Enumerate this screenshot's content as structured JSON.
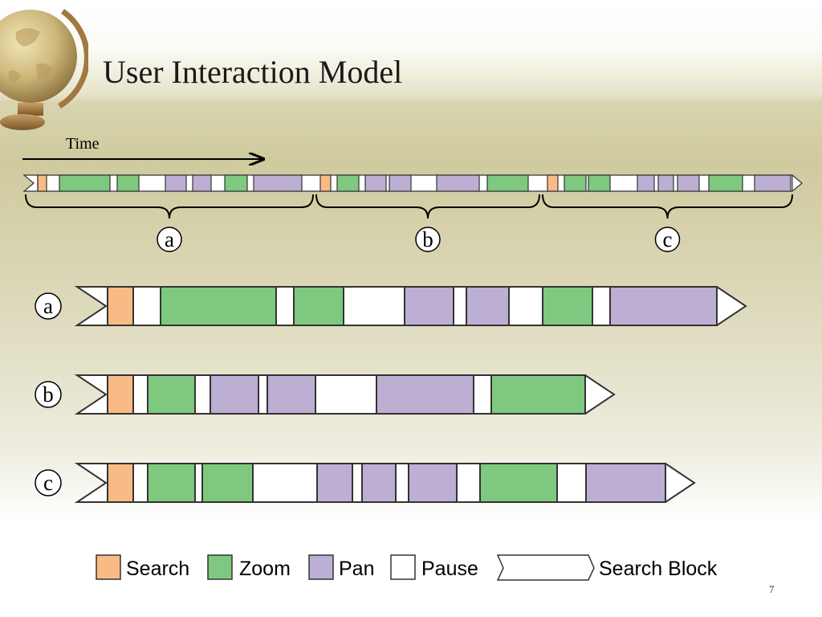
{
  "slide": {
    "title": "User Interaction Model",
    "time_label": "Time",
    "page_number": "7"
  },
  "colors": {
    "search": "#f9bb86",
    "zoom": "#7ec97f",
    "pan": "#bdaed4",
    "pause": "#ffffff",
    "outline": "#333333"
  },
  "timeline": {
    "segments": [
      {
        "type": "search",
        "start": 47,
        "end": 58
      },
      {
        "type": "pause",
        "start": 58,
        "end": 74
      },
      {
        "type": "zoom",
        "start": 74,
        "end": 137
      },
      {
        "type": "pause",
        "start": 137,
        "end": 146
      },
      {
        "type": "zoom",
        "start": 146,
        "end": 173
      },
      {
        "type": "pause",
        "start": 173,
        "end": 206
      },
      {
        "type": "pan",
        "start": 206,
        "end": 232
      },
      {
        "type": "pause",
        "start": 232,
        "end": 240
      },
      {
        "type": "pan",
        "start": 240,
        "end": 263
      },
      {
        "type": "pause",
        "start": 263,
        "end": 280
      },
      {
        "type": "zoom",
        "start": 280,
        "end": 308
      },
      {
        "type": "pause",
        "start": 308,
        "end": 316
      },
      {
        "type": "pan",
        "start": 316,
        "end": 376
      },
      {
        "type": "pause",
        "start": 376,
        "end": 399
      },
      {
        "type": "search",
        "start": 399,
        "end": 412
      },
      {
        "type": "pause",
        "start": 412,
        "end": 420
      },
      {
        "type": "zoom",
        "start": 420,
        "end": 447
      },
      {
        "type": "pause",
        "start": 447,
        "end": 455
      },
      {
        "type": "pan",
        "start": 455,
        "end": 481
      },
      {
        "type": "pause",
        "start": 481,
        "end": 485
      },
      {
        "type": "pan",
        "start": 485,
        "end": 512
      },
      {
        "type": "pause",
        "start": 512,
        "end": 544
      },
      {
        "type": "pan",
        "start": 544,
        "end": 597
      },
      {
        "type": "pause",
        "start": 597,
        "end": 607
      },
      {
        "type": "zoom",
        "start": 607,
        "end": 658
      },
      {
        "type": "pause",
        "start": 658,
        "end": 682
      },
      {
        "type": "search",
        "start": 682,
        "end": 695
      },
      {
        "type": "pause",
        "start": 695,
        "end": 703
      },
      {
        "type": "zoom",
        "start": 703,
        "end": 730
      },
      {
        "type": "pause",
        "start": 730,
        "end": 733
      },
      {
        "type": "zoom",
        "start": 733,
        "end": 760
      },
      {
        "type": "pause",
        "start": 760,
        "end": 794
      },
      {
        "type": "pan",
        "start": 794,
        "end": 815
      },
      {
        "type": "pause",
        "start": 815,
        "end": 820
      },
      {
        "type": "pan",
        "start": 820,
        "end": 839
      },
      {
        "type": "pause",
        "start": 839,
        "end": 844
      },
      {
        "type": "pan",
        "start": 844,
        "end": 871
      },
      {
        "type": "pause",
        "start": 871,
        "end": 883
      },
      {
        "type": "zoom",
        "start": 883,
        "end": 925
      },
      {
        "type": "pause",
        "start": 925,
        "end": 940
      },
      {
        "type": "pan",
        "start": 940,
        "end": 985
      }
    ]
  },
  "braces": [
    {
      "label": "a"
    },
    {
      "label": "b"
    },
    {
      "label": "c"
    }
  ],
  "blocks": [
    {
      "label": "a",
      "segments": [
        {
          "type": "search",
          "start": 134,
          "end": 166
        },
        {
          "type": "pause",
          "start": 166,
          "end": 200
        },
        {
          "type": "zoom",
          "start": 200,
          "end": 344
        },
        {
          "type": "pause",
          "start": 344,
          "end": 366
        },
        {
          "type": "zoom",
          "start": 366,
          "end": 428
        },
        {
          "type": "pause",
          "start": 428,
          "end": 504
        },
        {
          "type": "pan",
          "start": 504,
          "end": 565
        },
        {
          "type": "pause",
          "start": 565,
          "end": 581
        },
        {
          "type": "pan",
          "start": 581,
          "end": 634
        },
        {
          "type": "pause",
          "start": 634,
          "end": 676
        },
        {
          "type": "zoom",
          "start": 676,
          "end": 738
        },
        {
          "type": "pause",
          "start": 738,
          "end": 760
        },
        {
          "type": "pan",
          "start": 760,
          "end": 893
        }
      ]
    },
    {
      "label": "b",
      "segments": [
        {
          "type": "search",
          "start": 134,
          "end": 166
        },
        {
          "type": "pause",
          "start": 166,
          "end": 184
        },
        {
          "type": "zoom",
          "start": 184,
          "end": 243
        },
        {
          "type": "pause",
          "start": 243,
          "end": 262
        },
        {
          "type": "pan",
          "start": 262,
          "end": 322
        },
        {
          "type": "pause",
          "start": 322,
          "end": 333
        },
        {
          "type": "pan",
          "start": 333,
          "end": 393
        },
        {
          "type": "pause",
          "start": 393,
          "end": 469
        },
        {
          "type": "pan",
          "start": 469,
          "end": 590
        },
        {
          "type": "pause",
          "start": 590,
          "end": 612
        },
        {
          "type": "zoom",
          "start": 612,
          "end": 729
        }
      ]
    },
    {
      "label": "c",
      "segments": [
        {
          "type": "search",
          "start": 134,
          "end": 166
        },
        {
          "type": "pause",
          "start": 166,
          "end": 184
        },
        {
          "type": "zoom",
          "start": 184,
          "end": 243
        },
        {
          "type": "pause",
          "start": 243,
          "end": 252
        },
        {
          "type": "zoom",
          "start": 252,
          "end": 315
        },
        {
          "type": "pause",
          "start": 315,
          "end": 395
        },
        {
          "type": "pan",
          "start": 395,
          "end": 439
        },
        {
          "type": "pause",
          "start": 439,
          "end": 451
        },
        {
          "type": "pan",
          "start": 451,
          "end": 493
        },
        {
          "type": "pause",
          "start": 493,
          "end": 509
        },
        {
          "type": "pan",
          "start": 509,
          "end": 569
        },
        {
          "type": "pause",
          "start": 569,
          "end": 598
        },
        {
          "type": "zoom",
          "start": 598,
          "end": 694
        },
        {
          "type": "pause",
          "start": 694,
          "end": 730
        },
        {
          "type": "pan",
          "start": 730,
          "end": 829
        }
      ]
    }
  ],
  "legend": [
    {
      "key": "search",
      "label": "Search"
    },
    {
      "key": "zoom",
      "label": "Zoom"
    },
    {
      "key": "pan",
      "label": "Pan"
    },
    {
      "key": "pause",
      "label": "Pause"
    },
    {
      "key": "block",
      "label": "Search Block"
    }
  ]
}
